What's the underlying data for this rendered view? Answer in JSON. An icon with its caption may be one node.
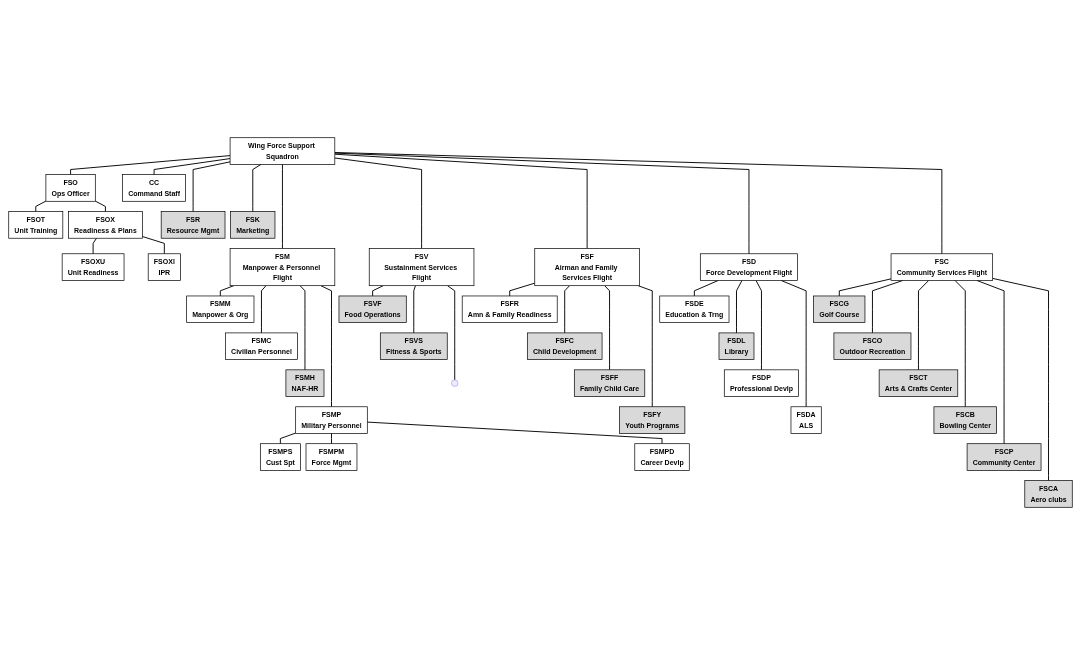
{
  "diagram": {
    "nodes": [
      {
        "text": [
          "Wing Force Support Squadron"
        ]
      },
      {
        "text": [
          "FSOT",
          "Unit Training"
        ]
      },
      {
        "text": [
          "FSO",
          "Ops Officer"
        ]
      },
      {
        "text": [
          "CC",
          "Command Staff"
        ]
      },
      {
        "text": [
          "FSOX",
          "Readiness & Plans"
        ]
      },
      {
        "text": [
          "FSOXU",
          "Unit Readiness"
        ]
      },
      {
        "text": [
          "FSOXI",
          "IPR"
        ]
      },
      {
        "text": [
          "FSR",
          "Resource Mgmt"
        ]
      },
      {
        "text": [
          "FSK",
          "Marketing"
        ]
      },
      {
        "text": [
          "FSM",
          "Manpower & Personnel Flight"
        ]
      },
      {
        "text": [
          "FSMM",
          "Manpower & Org"
        ]
      },
      {
        "text": [
          "FSMC",
          "Civilian Personnel"
        ]
      },
      {
        "text": [
          "FSMH",
          "NAF-HR"
        ]
      },
      {
        "text": [
          "FSMP",
          "Military Personnel"
        ]
      },
      {
        "text": [
          "FSMPS",
          "Cust Spt"
        ]
      },
      {
        "text": [
          "FSMPM",
          "Force Mgmt"
        ]
      },
      {
        "text": [
          "FSMPD",
          "Career Devlp"
        ]
      },
      {
        "text": [
          "FSV",
          "Sustainment Services Flight"
        ]
      },
      {
        "text": [
          "FSVF",
          "Food Operations"
        ]
      },
      {
        "text": [
          "FSVS",
          "Fitness & Sports"
        ]
      },
      {
        "text": [
          "FSF",
          "Airman and Family Services Flight"
        ]
      },
      {
        "text": [
          "FSFR",
          "Amn & Family Readiness"
        ]
      },
      {
        "text": [
          "FSFC",
          "Child Development"
        ]
      },
      {
        "text": [
          "FSFF",
          "Family Child Care"
        ]
      },
      {
        "text": [
          "FSFY",
          "Youth Programs"
        ]
      },
      {
        "text": [
          "FSD",
          "Force Development Flight"
        ]
      },
      {
        "text": [
          "FSDE",
          "Education & Trng"
        ]
      },
      {
        "text": [
          "FSDL",
          "Library"
        ]
      },
      {
        "text": [
          "FSDP",
          "Professional Devlp"
        ]
      },
      {
        "text": [
          "FSDA",
          "ALS"
        ]
      },
      {
        "text": [
          "FSC",
          "Community Services Flight"
        ]
      },
      {
        "text": [
          "FSCG",
          "Golf Course"
        ]
      },
      {
        "text": [
          "FSCO",
          "Outdoor Recreation"
        ]
      },
      {
        "text": [
          "FSCT",
          "Arts & Crafts Center"
        ]
      },
      {
        "text": [
          "FSCB",
          "Bowling Center"
        ]
      },
      {
        "text": [
          "FSCP",
          "Community Center"
        ]
      },
      {
        "text": [
          "FSCA",
          "Aero clubs"
        ]
      }
    ],
    "edges": [
      {
        "from": 0,
        "to": 2,
        "arrow": "none"
      },
      {
        "from": 0,
        "to": 3,
        "arrow": "none"
      },
      {
        "from": 2,
        "to": 1,
        "arrow": "none"
      },
      {
        "from": 2,
        "to": 4,
        "arrow": "none"
      },
      {
        "from": 4,
        "to": 5,
        "arrow": "none"
      },
      {
        "from": 4,
        "to": 6,
        "arrow": "none"
      },
      {
        "from": 0,
        "to": 7,
        "arrow": "none"
      },
      {
        "from": 0,
        "to": 8,
        "arrow": "none"
      },
      {
        "from": 0,
        "to": 9,
        "arrow": "none"
      },
      {
        "from": 0,
        "to": 17,
        "arrow": "none"
      },
      {
        "from": 0,
        "to": 20,
        "arrow": "none"
      },
      {
        "from": 0,
        "to": 25,
        "arrow": "none"
      },
      {
        "from": 0,
        "to": 30,
        "arrow": "none"
      },
      {
        "from": 9,
        "to": 10,
        "arrow": "none"
      },
      {
        "from": 9,
        "to": 11,
        "arrow": "none"
      },
      {
        "from": 9,
        "to": 12,
        "arrow": "none"
      },
      {
        "from": 9,
        "to": 13,
        "arrow": "none"
      },
      {
        "from": 13,
        "to": 14,
        "arrow": "none"
      },
      {
        "from": 13,
        "to": 15,
        "arrow": "none"
      },
      {
        "from": 13,
        "to": 16,
        "arrow": "none"
      },
      {
        "from": 17,
        "to": 18,
        "arrow": "none"
      },
      {
        "from": 17,
        "to": 19,
        "arrow": "none"
      },
      {
        "from": 17,
        "to": null,
        "arrow": "none"
      },
      {
        "from": 20,
        "to": 21,
        "arrow": "none"
      },
      {
        "from": 20,
        "to": 22,
        "arrow": "none"
      },
      {
        "from": 20,
        "to": 23,
        "arrow": "none"
      },
      {
        "from": 20,
        "to": 24,
        "arrow": "none"
      },
      {
        "from": 25,
        "to": 26,
        "arrow": "none"
      },
      {
        "from": 25,
        "to": 27,
        "arrow": "none"
      },
      {
        "from": 25,
        "to": 28,
        "arrow": "none"
      },
      {
        "from": 25,
        "to": 29,
        "arrow": "none"
      },
      {
        "from": 30,
        "to": 31,
        "arrow": "none"
      },
      {
        "from": 30,
        "to": 32,
        "arrow": "none"
      },
      {
        "from": 30,
        "to": 33,
        "arrow": "none"
      },
      {
        "from": 30,
        "to": 34,
        "arrow": "none"
      },
      {
        "from": 30,
        "to": 35,
        "arrow": "none"
      },
      {
        "from": 30,
        "to": 36,
        "arrow": "none"
      }
    ]
  }
}
